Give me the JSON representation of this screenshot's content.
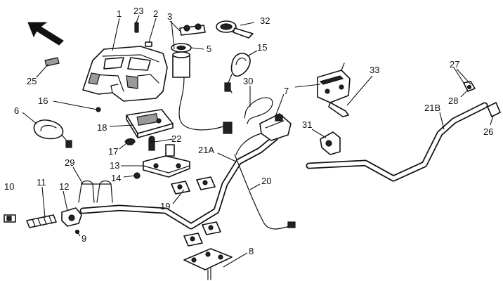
{
  "diagram": {
    "direction_arrow": "arrow-icon",
    "labels": [
      {
        "id": "p1",
        "text": "1"
      },
      {
        "id": "p23",
        "text": "23"
      },
      {
        "id": "p2",
        "text": "2"
      },
      {
        "id": "p3",
        "text": "3"
      },
      {
        "id": "p32",
        "text": "32"
      },
      {
        "id": "p5",
        "text": "5"
      },
      {
        "id": "p15",
        "text": "15"
      },
      {
        "id": "p25",
        "text": "25"
      },
      {
        "id": "p16",
        "text": "16"
      },
      {
        "id": "p6",
        "text": "6"
      },
      {
        "id": "p18",
        "text": "18"
      },
      {
        "id": "p22",
        "text": "22"
      },
      {
        "id": "p17",
        "text": "17"
      },
      {
        "id": "p13",
        "text": "13"
      },
      {
        "id": "p14",
        "text": "14"
      },
      {
        "id": "p29",
        "text": "29"
      },
      {
        "id": "p10",
        "text": "10"
      },
      {
        "id": "p11",
        "text": "11"
      },
      {
        "id": "p12",
        "text": "12"
      },
      {
        "id": "p9",
        "text": "9"
      },
      {
        "id": "p19",
        "text": "19"
      },
      {
        "id": "p21A",
        "text": "21A"
      },
      {
        "id": "p30",
        "text": "30"
      },
      {
        "id": "p7",
        "text": "7"
      },
      {
        "id": "p20",
        "text": "20"
      },
      {
        "id": "p8",
        "text": "8"
      },
      {
        "id": "p33",
        "text": "33"
      },
      {
        "id": "p31",
        "text": "31"
      },
      {
        "id": "p21B",
        "text": "21B"
      },
      {
        "id": "p27",
        "text": "27"
      },
      {
        "id": "p28",
        "text": "28"
      },
      {
        "id": "p26",
        "text": "26"
      }
    ]
  }
}
